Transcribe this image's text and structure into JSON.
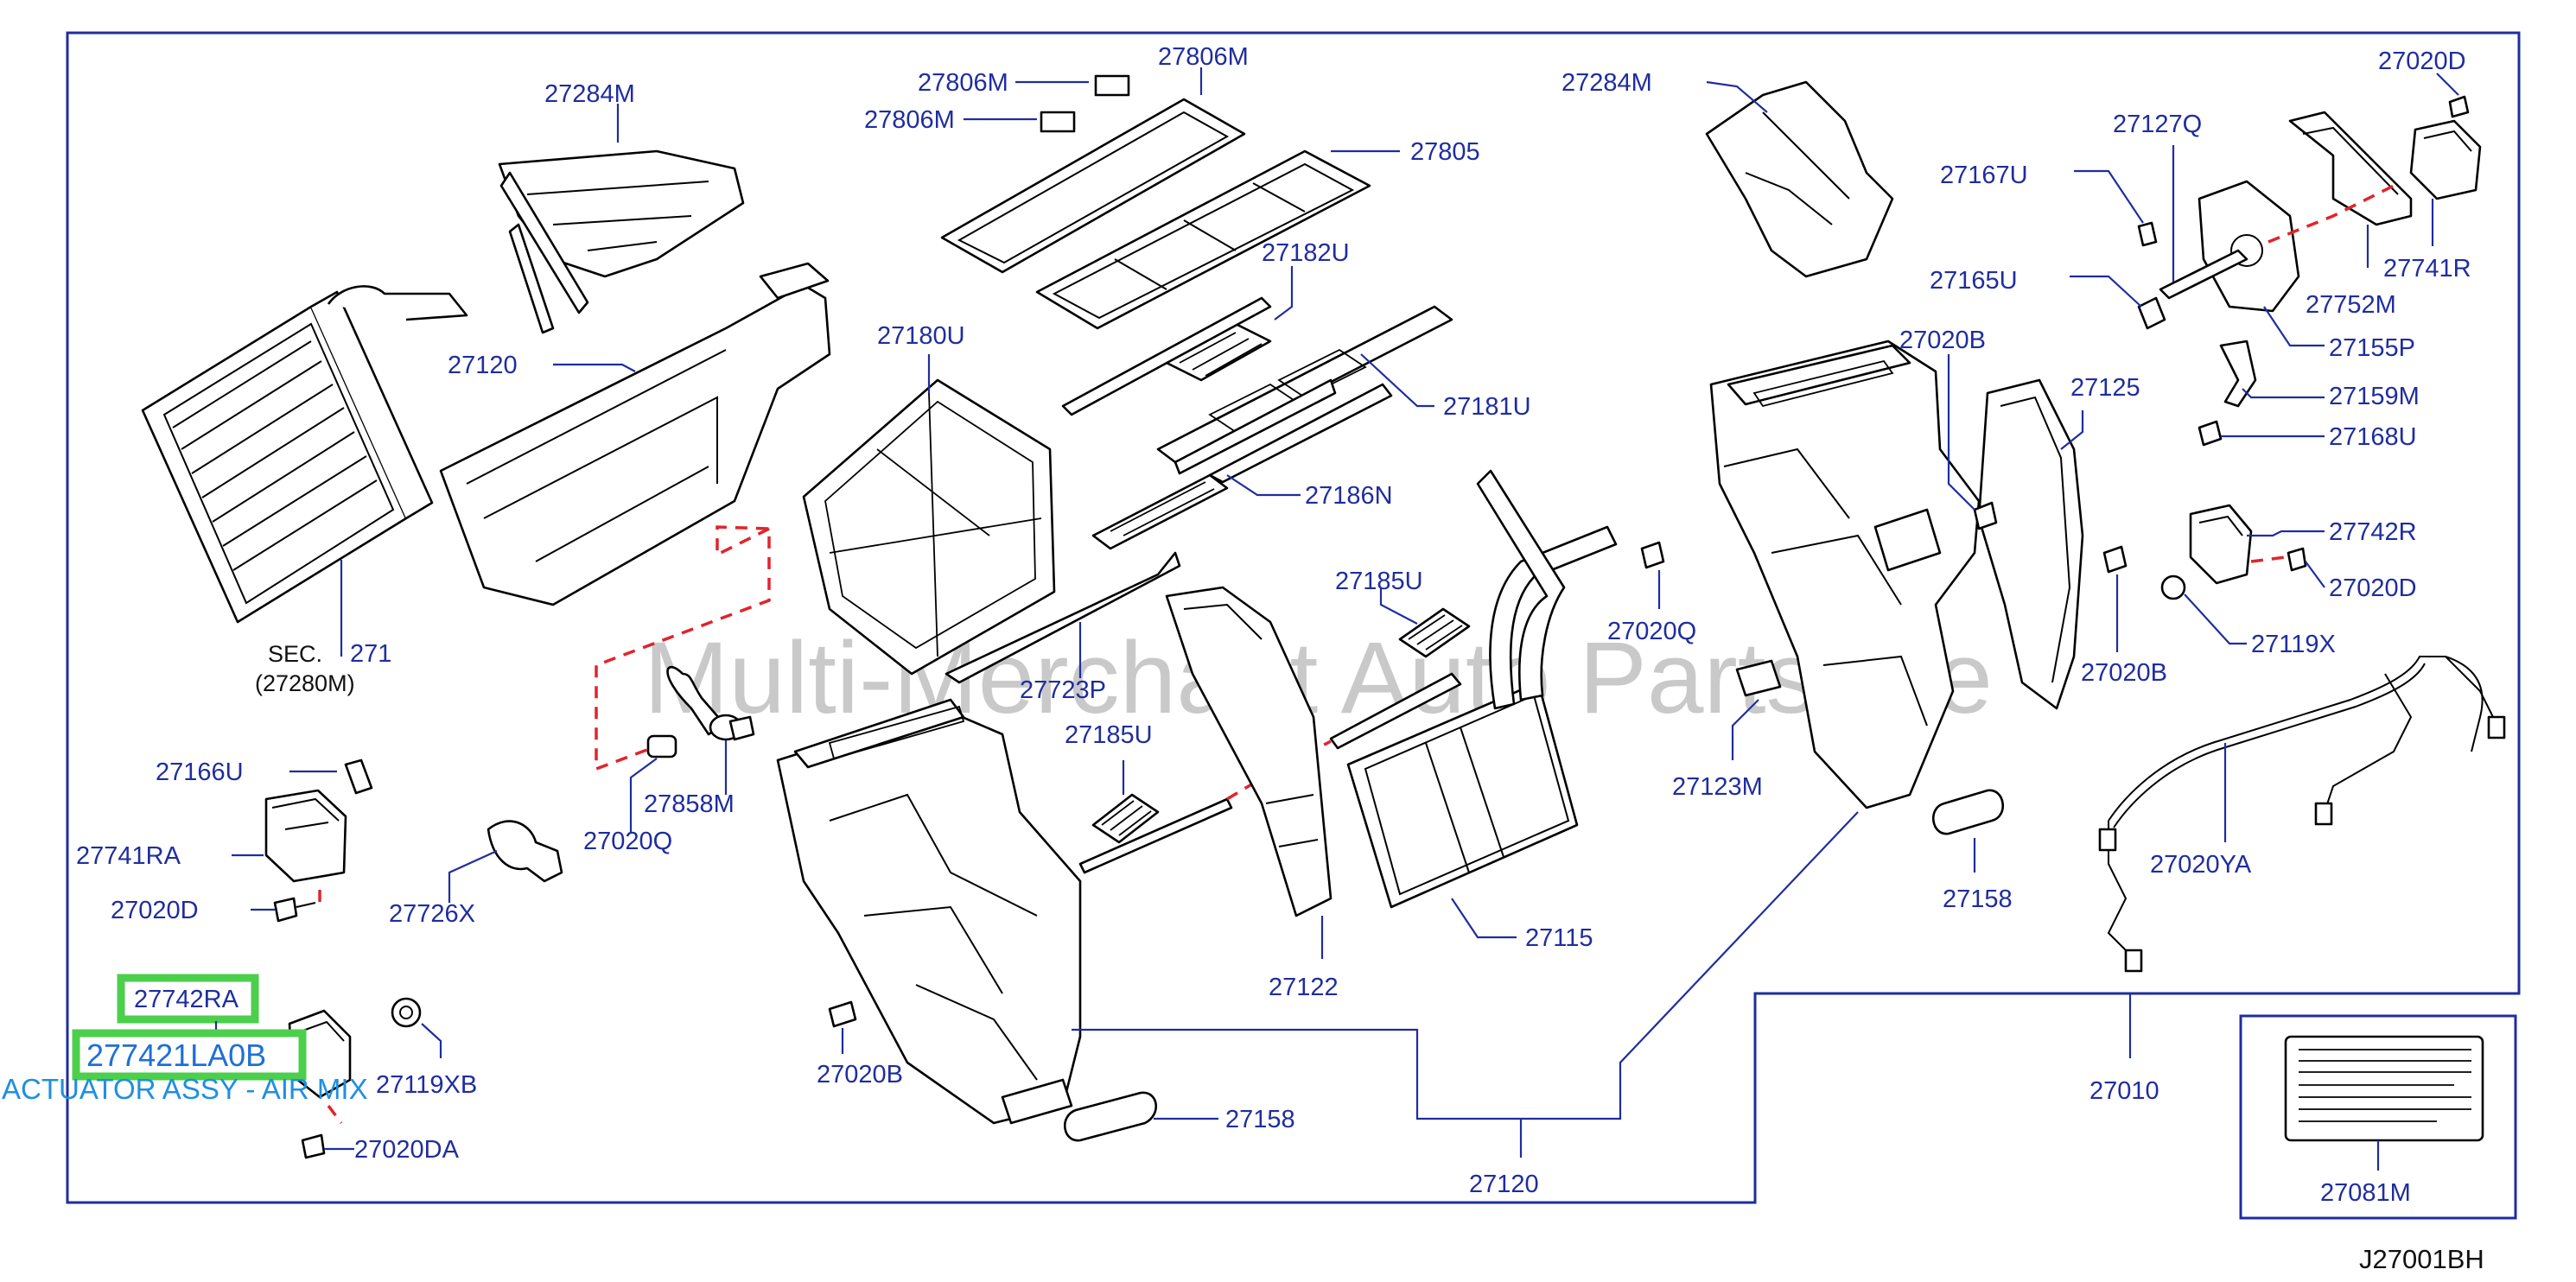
{
  "diagram": {
    "code": "J27001BH",
    "watermark": "Multi-Merchant Auto Partstore",
    "highlight": {
      "callout": "27742RA",
      "part_number": "277421LA0B",
      "description": "ACTUATOR ASSY - AIR MIX"
    },
    "labels": {
      "l27284M_a": "27284M",
      "l27120_a": "27120",
      "lSEC": "SEC.",
      "l271": "271",
      "l27280M": "(27280M)",
      "l27166U": "27166U",
      "l27741RA": "27741RA",
      "l27020D_a": "27020D",
      "l27726X": "27726X",
      "l27020Q_a": "27020Q",
      "l27858M": "27858M",
      "l27119XB": "27119XB",
      "l27020DA": "27020DA",
      "l27806M_a": "27806M",
      "l27806M_b": "27806M",
      "l27806M_c": "27806M",
      "l27805": "27805",
      "l27182U": "27182U",
      "l27180U": "27180U",
      "l27181U": "27181U",
      "l27186N": "27186N",
      "l27185U_a": "27185U",
      "l27723P": "27723P",
      "l27185U_b": "27185U",
      "l27020B_a": "27020B",
      "l27158_a": "27158",
      "l27122": "27122",
      "l27115": "27115",
      "l27120_b": "27120",
      "l27284M_b": "27284M",
      "l27020Q_b": "27020Q",
      "l27123M": "27123M",
      "l27020B_b": "27020B",
      "l27125": "27125",
      "l27020B_c": "27020B",
      "l27158_b": "27158",
      "l27167U": "27167U",
      "l27127Q": "27127Q",
      "l27165U": "27165U",
      "l27020D_b": "27020D",
      "l27741R": "27741R",
      "l27752M": "27752M",
      "l27155P": "27155P",
      "l27159M": "27159M",
      "l27168U": "27168U",
      "l27742R": "27742R",
      "l27020D_c": "27020D",
      "l27119X": "27119X",
      "l27020YA": "27020YA",
      "l27010": "27010",
      "l27081M": "27081M"
    }
  },
  "colors": {
    "callout_text": "#1f2d9e",
    "frame_line": "#1f2d9e",
    "parts_line": "#000000",
    "highlight_border": "#4ccf4c",
    "highlight_text": "#1f6fd6",
    "dashed_guides": "#e0242c"
  }
}
